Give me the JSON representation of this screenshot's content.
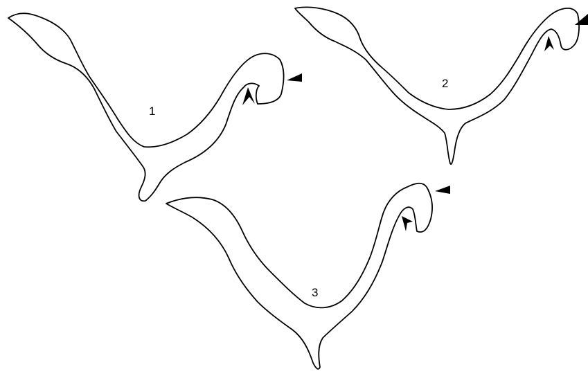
{
  "figure": {
    "background": "#ffffff",
    "line_color": "#000000",
    "sections": [
      {
        "label": "1"
      },
      {
        "label": "2"
      },
      {
        "label": "3"
      }
    ]
  }
}
